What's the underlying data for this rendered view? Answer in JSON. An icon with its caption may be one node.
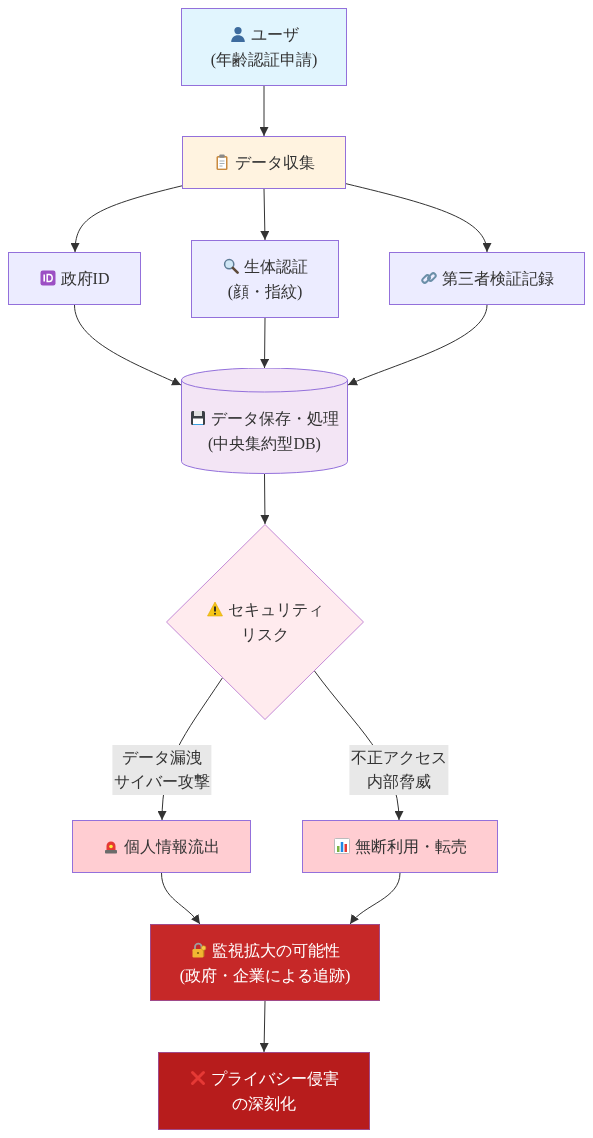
{
  "diagram": {
    "nodes": [
      {
        "text": [
          "ユーザ",
          "(年齢認証申請)"
        ]
      },
      {
        "text": [
          "データ収集"
        ]
      },
      {
        "text": [
          "政府ID"
        ]
      },
      {
        "text": [
          "生体認証",
          "(顔・指紋)"
        ]
      },
      {
        "text": [
          "第三者検証記録"
        ]
      },
      {
        "text": [
          "データ保存・処理",
          "(中央集約型DB)"
        ]
      },
      {
        "text": [
          "セキュリティリスク"
        ]
      },
      {
        "text": [
          "個人情報流出"
        ]
      },
      {
        "text": [
          "無断利用・転売"
        ]
      },
      {
        "text": [
          "監視拡大の可能性",
          "(政府・企業による追跡)"
        ]
      },
      {
        "text": [
          "プライバシー侵害の深刻化"
        ]
      }
    ],
    "edges": [
      {
        "from": 0,
        "to": 1,
        "arrow": "to"
      },
      {
        "from": 1,
        "to": 2,
        "arrow": "to"
      },
      {
        "from": 1,
        "to": 3,
        "arrow": "to"
      },
      {
        "from": 1,
        "to": 4,
        "arrow": "to"
      },
      {
        "from": 2,
        "to": 5,
        "arrow": "to"
      },
      {
        "from": 3,
        "to": 5,
        "arrow": "to"
      },
      {
        "from": 4,
        "to": 5,
        "arrow": "to"
      },
      {
        "from": 5,
        "to": 6,
        "arrow": "to"
      },
      {
        "from": 6,
        "to": 7,
        "arrow": "to",
        "label": "データ漏洩サイバー攻撃"
      },
      {
        "from": 6,
        "to": 8,
        "arrow": "to",
        "label": "不正アクセス内部脅威"
      },
      {
        "from": 7,
        "to": 9,
        "arrow": "to"
      },
      {
        "from": 8,
        "to": 9,
        "arrow": "to"
      },
      {
        "from": 9,
        "to": 10,
        "arrow": "to"
      }
    ]
  }
}
